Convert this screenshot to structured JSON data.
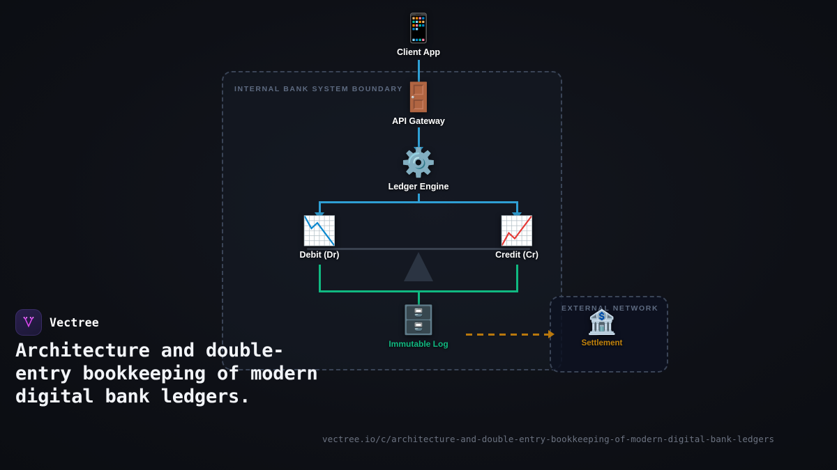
{
  "brand": {
    "name": "Vectree",
    "logo_icon": "vectree-logo-icon",
    "logo_bg": "#241b45",
    "logo_accent": "#d946ef"
  },
  "title": "Architecture and double-entry bookkeeping of modern digital bank ledgers.",
  "footer": {
    "url": "vectree.io/c/architecture-and-double-entry-bookkeeping-of-modern-digital-bank-ledgers"
  },
  "diagram": {
    "boundaries": [
      {
        "id": "internal",
        "label": "INTERNAL BANK SYSTEM BOUNDARY",
        "border_color": "#3a4456"
      },
      {
        "id": "external",
        "label": "EXTERNAL NETWORK",
        "border_color": "#3a4456"
      }
    ],
    "nodes": [
      {
        "id": "client",
        "label": "Client App",
        "icon": "mobile-phone-icon",
        "glyph": "📱",
        "label_color": "#ffffff"
      },
      {
        "id": "gateway",
        "label": "API Gateway",
        "icon": "door-icon",
        "glyph": "🚪",
        "label_color": "#ffffff"
      },
      {
        "id": "engine",
        "label": "Ledger Engine",
        "icon": "gear-icon",
        "glyph": "⚙️",
        "label_color": "#ffffff"
      },
      {
        "id": "debit",
        "label": "Debit (Dr)",
        "icon": "chart-decreasing-icon",
        "glyph": "📉",
        "label_color": "#ffffff"
      },
      {
        "id": "credit",
        "label": "Credit (Cr)",
        "icon": "chart-increasing-icon",
        "glyph": "📈",
        "label_color": "#ffffff"
      },
      {
        "id": "log",
        "label": "Immutable Log",
        "icon": "file-cabinet-icon",
        "glyph": "🗄️",
        "label_color": "#10b981"
      },
      {
        "id": "settlement",
        "label": "Settlement",
        "icon": "bank-icon",
        "glyph": "🏦",
        "label_color": "#c2830d"
      }
    ],
    "colors": {
      "flow_primary": "#2f9fd4",
      "flow_ledger": "#10b981",
      "flow_external": "#b9780c",
      "beam": "#39414f",
      "fulcrum": "#2b3442"
    }
  }
}
